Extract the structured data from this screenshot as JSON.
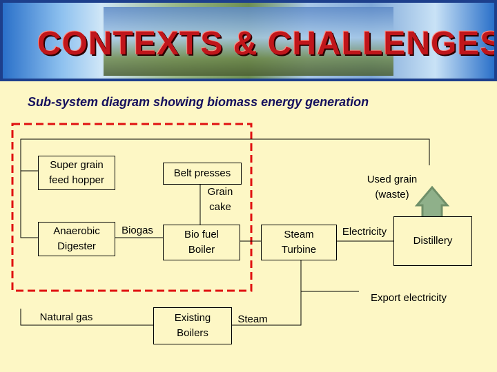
{
  "banner": {
    "title": "CONTEXTS & CHALLENGES"
  },
  "subtitle": "Sub-system diagram showing biomass energy generation",
  "nodes": {
    "hopper": "Super grain\nfeed hopper",
    "belt_presses": "Belt presses",
    "grain_cake": "Grain\ncake",
    "used_grain": "Used grain\n(waste)",
    "digester": "Anaerobic\nDigester",
    "biogas": "Biogas",
    "boiler": "Bio fuel\nBoiler",
    "turbine": "Steam\nTurbine",
    "electricity": "Electricity",
    "distillery": "Distillery",
    "export": "Export electricity",
    "natural_gas": "Natural gas",
    "existing_boilers": "Existing\nBoilers",
    "steam": "Steam"
  },
  "colors": {
    "background": "#fdf7c5",
    "dashed_boundary": "#e01010",
    "arrow_fill": "#8fb08a",
    "arrow_stroke": "#6f8f69",
    "title_red": "#c0161b",
    "subtitle_blue": "#15105e"
  }
}
